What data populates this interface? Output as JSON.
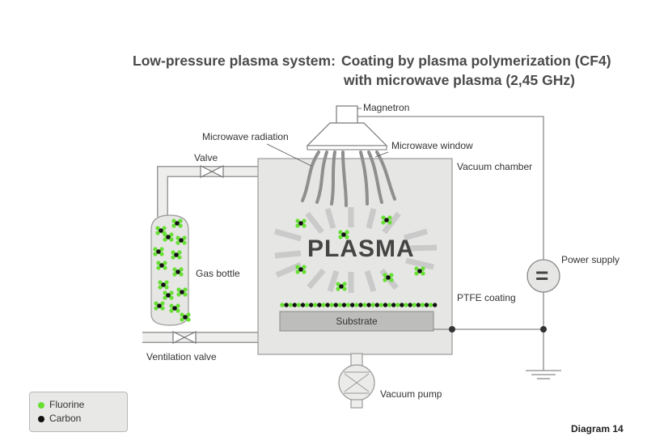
{
  "title": {
    "line1_left": "Low-pressure plasma system:",
    "line1_right": "Coating by plasma polymerization (CF4)",
    "line2": "with microwave plasma (2,45 GHz)"
  },
  "labels": {
    "magnetron": "Magnetron",
    "microwave_radiation": "Microwave radiation",
    "microwave_window": "Microwave window",
    "valve": "Valve",
    "vacuum_chamber": "Vacuum chamber",
    "gas_bottle": "Gas bottle",
    "plasma": "PLASMA",
    "power_supply": "Power supply",
    "ptfe_coating": "PTFE coating",
    "substrate": "Substrate",
    "ventilation_valve": "Ventilation valve",
    "vacuum_pump": "Vacuum pump",
    "diagram_number": "Diagram 14"
  },
  "legend": {
    "fluorine": "Fluorine",
    "carbon": "Carbon"
  },
  "colors": {
    "fluorine": "#66e033",
    "carbon": "#111111",
    "chamber_fill": "#e6e6e4",
    "outline": "#9a9a9a",
    "plasma_rays": "#c9c9c9",
    "substrate_fill": "#bdbdbb"
  },
  "power_supply_symbol": "="
}
